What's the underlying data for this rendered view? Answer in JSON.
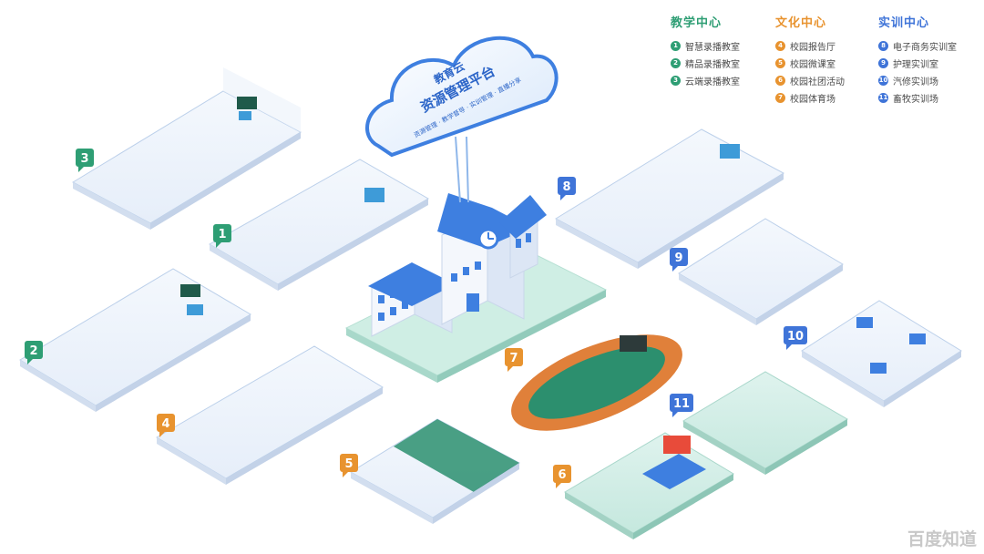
{
  "cloud": {
    "title_line1": "教育云",
    "title_line2": "资源管理平台",
    "subtitle": "资源管理 · 教学督导 · 实训管理 · 直播分享"
  },
  "legend": {
    "teaching": {
      "title": "教学中心",
      "items": [
        {
          "num": "1",
          "label": "智慧录播教室"
        },
        {
          "num": "2",
          "label": "精品录播教室"
        },
        {
          "num": "3",
          "label": "云端录播教室"
        }
      ]
    },
    "culture": {
      "title": "文化中心",
      "items": [
        {
          "num": "4",
          "label": "校园报告厅"
        },
        {
          "num": "5",
          "label": "校园微课室"
        },
        {
          "num": "6",
          "label": "校园社团活动"
        },
        {
          "num": "7",
          "label": "校园体育场"
        }
      ]
    },
    "training": {
      "title": "实训中心",
      "items": [
        {
          "num": "8",
          "label": "电子商务实训室"
        },
        {
          "num": "9",
          "label": "护理实训室"
        },
        {
          "num": "10",
          "label": "汽修实训场"
        },
        {
          "num": "11",
          "label": "畜牧实训场"
        }
      ]
    }
  },
  "badges": [
    {
      "num": "1",
      "color": "#2e9e74"
    },
    {
      "num": "2",
      "color": "#2e9e74"
    },
    {
      "num": "3",
      "color": "#2e9e74"
    },
    {
      "num": "4",
      "color": "#e8932f"
    },
    {
      "num": "5",
      "color": "#e8932f"
    },
    {
      "num": "6",
      "color": "#e8932f"
    },
    {
      "num": "7",
      "color": "#e8932f"
    },
    {
      "num": "8",
      "color": "#3f74d8"
    },
    {
      "num": "9",
      "color": "#3f74d8"
    },
    {
      "num": "10",
      "color": "#3f74d8"
    },
    {
      "num": "11",
      "color": "#3f74d8"
    }
  ],
  "colors": {
    "teaching": "#2e9e74",
    "culture": "#e8932f",
    "training": "#3f74d8",
    "building_roof": "#3e7fe0",
    "building_wall": "#eef3fb",
    "field": "#2c8f6e",
    "track": "#e0803a"
  },
  "watermark": "百度知道"
}
